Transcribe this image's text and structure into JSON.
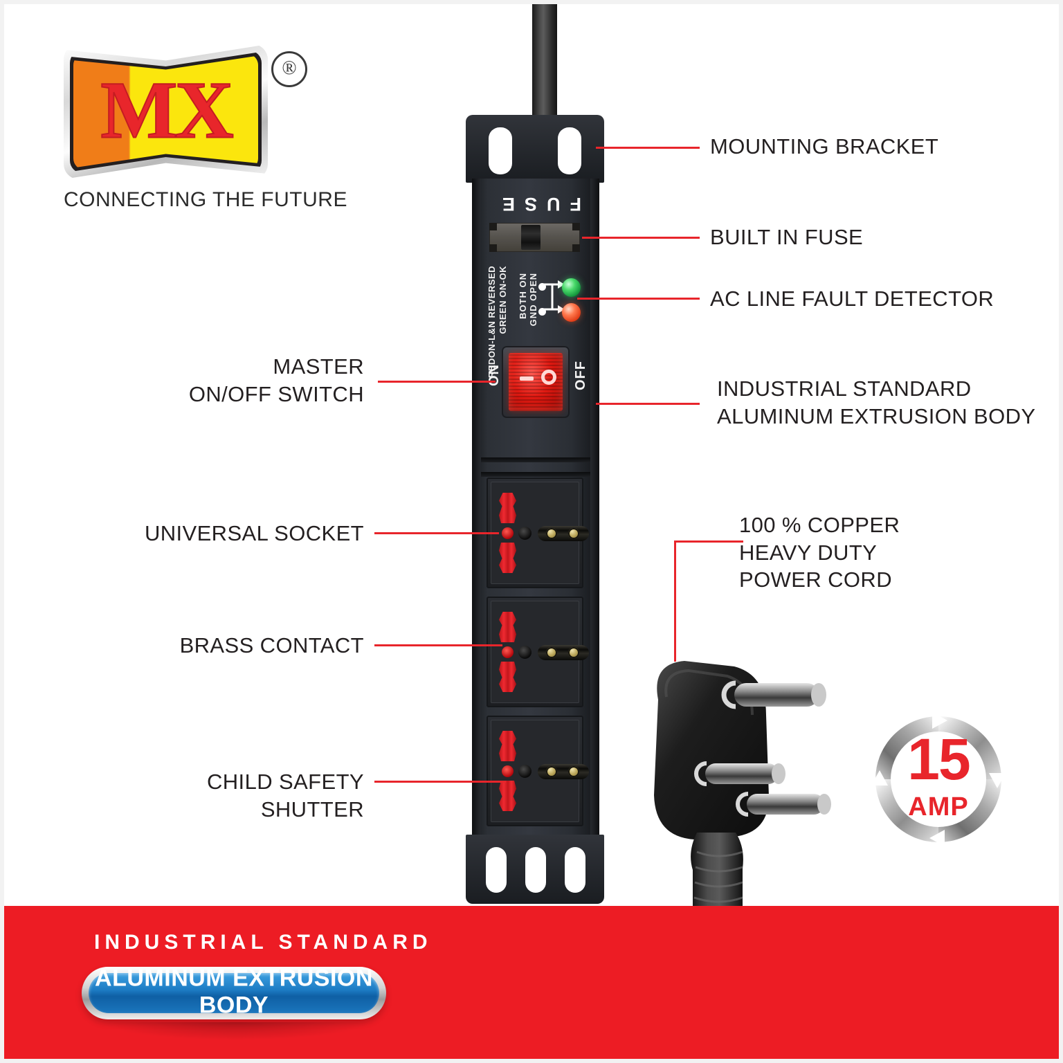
{
  "brand": {
    "logo_text": "MX",
    "registered_mark": "®",
    "tagline": "CONNECTING THE FUTURE"
  },
  "device": {
    "fuse_label": "FUSE",
    "detector": {
      "line1": "BOTH  ON",
      "line2": "GND OPEN",
      "line3": "GREEN ON-OK",
      "line4": "REDON-L&N REVERSED"
    },
    "switch": {
      "on_label": "ON",
      "off_label": "OFF"
    }
  },
  "callouts_right": [
    {
      "id": "mounting-bracket",
      "label": "MOUNTING  BRACKET"
    },
    {
      "id": "built-in-fuse",
      "label": "BUILT IN FUSE"
    },
    {
      "id": "ac-line-fault-detector",
      "label": "AC LINE FAULT DETECTOR"
    },
    {
      "id": "aluminum-body",
      "label": "INDUSTRIAL STANDARD\nALUMINUM EXTRUSION BODY"
    },
    {
      "id": "power-cord",
      "label": "100 % COPPER\nHEAVY DUTY\nPOWER CORD"
    }
  ],
  "callouts_left": [
    {
      "id": "master-switch",
      "label": "MASTER\nON/OFF SWITCH"
    },
    {
      "id": "universal-socket",
      "label": "UNIVERSAL SOCKET"
    },
    {
      "id": "brass-contact",
      "label": "BRASS CONTACT"
    },
    {
      "id": "child-safety-shutter",
      "label": "CHILD SAFETY SHUTTER"
    }
  ],
  "amp_badge": {
    "value": "15",
    "unit": "AMP"
  },
  "banner": {
    "subtitle": "INDUSTRIAL  STANDARD",
    "pill_text": "ALUMINUM EXTRUSION BODY"
  },
  "colors": {
    "accent_red": "#e8252b",
    "banner_red": "#ed1c24",
    "pill_blue": "#1d7cc4",
    "logo_yellow": "#fbe60d",
    "logo_orange": "#f07d18",
    "body_dark": "#2c3036"
  }
}
